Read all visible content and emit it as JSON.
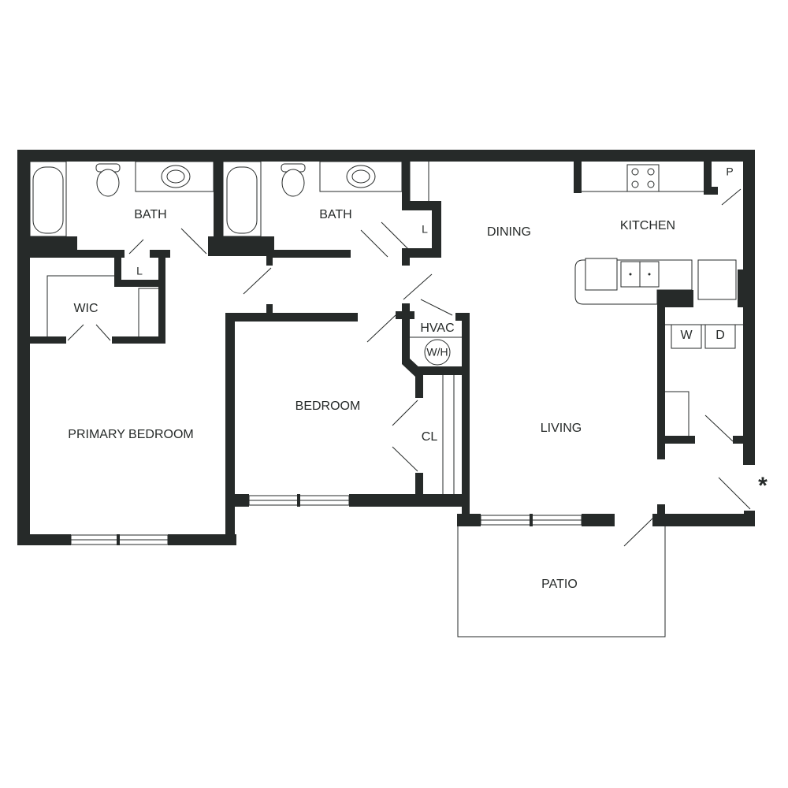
{
  "colors": {
    "wall": "#262a29",
    "background": "#ffffff"
  },
  "rooms": {
    "bath_left": "BATH",
    "bath_right": "BATH",
    "dining": "DINING",
    "kitchen": "KITCHEN",
    "pantry": "P",
    "linen_left": "L",
    "linen_right": "L",
    "wic": "WIC",
    "primary_bedroom": "PRIMARY BEDROOM",
    "bedroom": "BEDROOM",
    "hvac": "HVAC",
    "water_heater": "W/H",
    "closet": "CL",
    "living": "LIVING",
    "washer": "W",
    "dryer": "D",
    "patio": "PATIO",
    "asterisk": "*"
  }
}
